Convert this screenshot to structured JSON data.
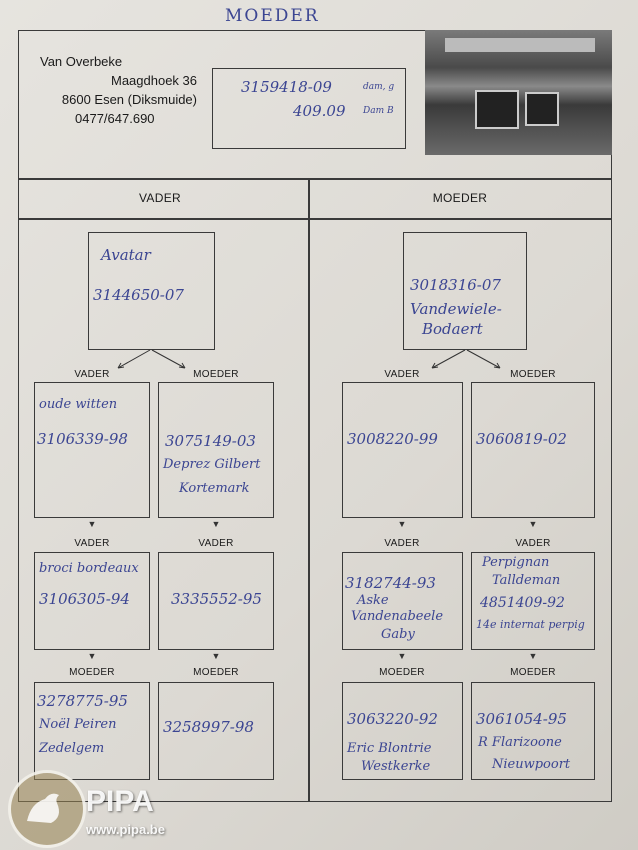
{
  "document_title": "MOEDER",
  "owner": {
    "name": "Van Overbeke",
    "street": "Maagdhoek 36",
    "city": "8600 Esen (Diksmuide)",
    "phone": "0477/647.690"
  },
  "subject": {
    "ring": "3159418-09",
    "ring_note": "dam, g",
    "ring2": "409.09",
    "ring2_note": "Dam B"
  },
  "headers": {
    "vader": "VADER",
    "moeder": "MOEDER"
  },
  "labels": {
    "vader": "VADER",
    "moeder": "MOEDER"
  },
  "sire": {
    "name": "Avatar",
    "ring": "3144650-07"
  },
  "dam": {
    "ring": "3018316-07",
    "name": "Vandewiele-",
    "name2": "Bodaert"
  },
  "sire_sire": {
    "name": "oude witten",
    "ring": "3106339-98"
  },
  "sire_dam": {
    "ring": "3075149-03",
    "name": "Deprez Gilbert",
    "place": "Kortemark"
  },
  "dam_sire": {
    "ring": "3008220-99"
  },
  "dam_dam": {
    "ring": "3060819-02"
  },
  "ss_sire": {
    "name": "broci bordeaux",
    "ring": "3106305-94"
  },
  "sd_sire": {
    "ring": "3335552-95"
  },
  "ds_sire": {
    "ring": "3182744-93",
    "l1": "Aske",
    "l2": "Vandenabeele",
    "l3": "Gaby"
  },
  "dd_sire": {
    "l1": "Perpignan",
    "l2": "Talldeman",
    "ring": "4851409-92",
    "l3": "14e internat perpig"
  },
  "ss_dam": {
    "ring": "3278775-95",
    "name": "Noël Peiren",
    "place": "Zedelgem"
  },
  "sd_dam": {
    "ring": "3258997-98"
  },
  "ds_dam": {
    "ring": "3063220-92",
    "name": "Eric Blontrie",
    "place": "Westkerke"
  },
  "dd_dam": {
    "ring": "3061054-95",
    "name": "R Flarizoone",
    "place": "Nieuwpoort"
  },
  "watermark": {
    "brand": "PIPA",
    "url": "www.pipa.be"
  }
}
